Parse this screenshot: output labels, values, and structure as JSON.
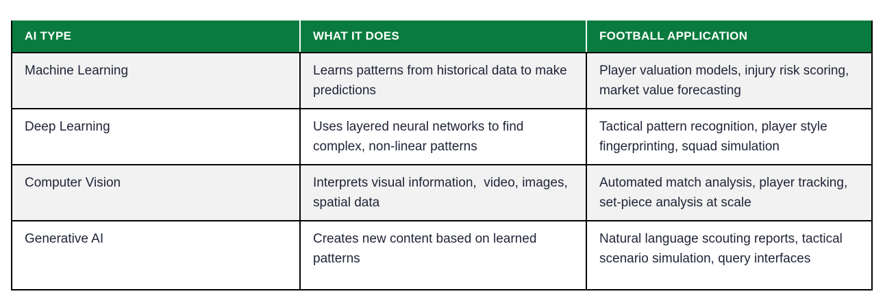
{
  "table": {
    "columns": [
      {
        "label": "AI TYPE"
      },
      {
        "label": "WHAT IT DOES"
      },
      {
        "label": "FOOTBALL APPLICATION"
      }
    ],
    "rows": [
      {
        "ai_type": "Machine Learning",
        "what_it_does": "Learns patterns from historical data to make predictions",
        "football_application": "Player valuation models, injury risk scoring, market value forecasting"
      },
      {
        "ai_type": "Deep Learning",
        "what_it_does": "Uses layered neural networks to find complex, non-linear patterns",
        "football_application": "Tactical pattern recognition, player style fingerprinting, squad simulation"
      },
      {
        "ai_type": "Computer Vision",
        "what_it_does": "Interprets visual information,  video, images, spatial data",
        "football_application": "Automated match analysis, player tracking, set-piece analysis at scale"
      },
      {
        "ai_type": "Generative AI",
        "what_it_does": "Creates new content based on learned patterns",
        "football_application": "Natural language scouting reports, tactical scenario simulation, query interfaces"
      }
    ]
  },
  "colors": {
    "header_bg": "#0a7b3e",
    "header_text": "#ffffff",
    "body_text": "#202437",
    "shaded_row_bg": "#f2f2f2",
    "plain_row_bg": "#ffffff",
    "border": "#000000"
  }
}
